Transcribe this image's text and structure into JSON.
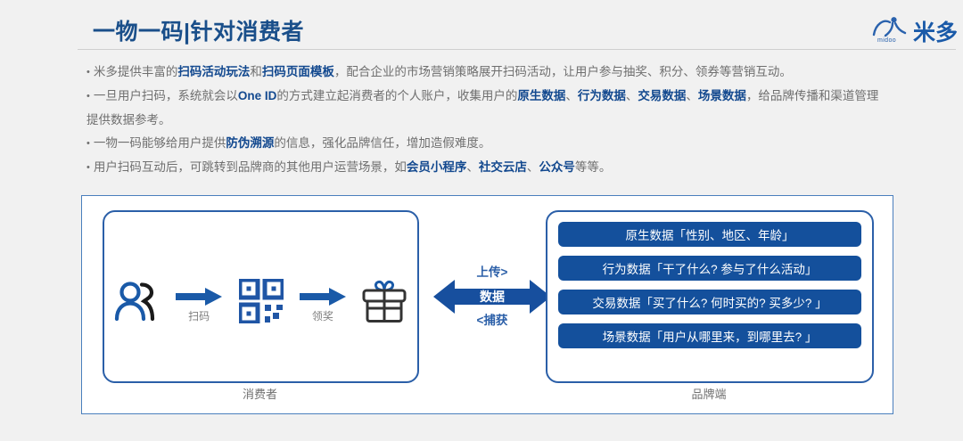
{
  "header": {
    "title": "一物一码|针对消费者",
    "brand_name": "米多",
    "brand_sub": "midoo",
    "brand_icon": "midoo-person-mark-icon"
  },
  "bullets": [
    {
      "marker": "•",
      "segments": [
        {
          "text": "米多提供丰富的",
          "bold": false
        },
        {
          "text": "扫码活动玩法",
          "bold": true
        },
        {
          "text": "和",
          "bold": false
        },
        {
          "text": "扫码页面模板",
          "bold": true
        },
        {
          "text": "，配合企业的市场营销策略展开扫码活动，让用户参与抽奖、积分、领券等营销互动。",
          "bold": false
        }
      ]
    },
    {
      "marker": "•",
      "segments": [
        {
          "text": "一旦用户扫码，系统就会以",
          "bold": false
        },
        {
          "text": "One ID",
          "bold": true
        },
        {
          "text": "的方式建立起消费者的个人账户，收集用户的",
          "bold": false
        },
        {
          "text": "原生数据",
          "bold": true
        },
        {
          "text": "、",
          "bold": false
        },
        {
          "text": "行为数据",
          "bold": true
        },
        {
          "text": "、",
          "bold": false
        },
        {
          "text": "交易数据",
          "bold": true
        },
        {
          "text": "、",
          "bold": false
        },
        {
          "text": "场景数据",
          "bold": true
        },
        {
          "text": "，给品牌传播和渠道管理提供数据参考。",
          "bold": false
        }
      ]
    },
    {
      "marker": "•",
      "segments": [
        {
          "text": "一物一码能够给用户提供",
          "bold": false
        },
        {
          "text": "防伪溯源",
          "bold": true
        },
        {
          "text": "的信息，强化品牌信任，增加造假难度。",
          "bold": false
        }
      ]
    },
    {
      "marker": "•",
      "segments": [
        {
          "text": "用户扫码互动后，可跳转到品牌商的其他用户运营场景，如",
          "bold": false
        },
        {
          "text": "会员小程序",
          "bold": true
        },
        {
          "text": "、",
          "bold": false
        },
        {
          "text": "社交云店",
          "bold": true
        },
        {
          "text": "、",
          "bold": false
        },
        {
          "text": "公众号",
          "bold": true
        },
        {
          "text": "等等。",
          "bold": false
        }
      ]
    }
  ],
  "diagram": {
    "consumer": {
      "caption": "消费者",
      "flow": [
        {
          "kind": "icon",
          "icon": "two-people-icon",
          "label": ""
        },
        {
          "kind": "arrow",
          "icon": "right-arrow-icon",
          "label": "扫码"
        },
        {
          "kind": "icon",
          "icon": "qr-code-icon",
          "label": ""
        },
        {
          "kind": "arrow",
          "icon": "right-arrow-icon",
          "label": "领奖"
        },
        {
          "kind": "icon",
          "icon": "gift-box-icon",
          "label": ""
        }
      ]
    },
    "exchange": {
      "top_label": "上传>",
      "center_label": "数据",
      "bottom_label": "<捕获",
      "icon": "double-headed-arrow-icon"
    },
    "brand": {
      "caption": "品牌端",
      "data_bars": [
        "原生数据「性别、地区、年龄」",
        "行为数据「干了什么? 参与了什么活动」",
        "交易数据「买了什么? 何时买的? 买多少? 」",
        "场景数据「用户从哪里来，到哪里去? 」"
      ]
    }
  },
  "colors": {
    "brand_blue": "#1a5aa8",
    "title_blue": "#1a4f8a",
    "bar_blue": "#14509c",
    "body_gray": "#6f6f6f",
    "page_bg": "#f1f1f1"
  }
}
